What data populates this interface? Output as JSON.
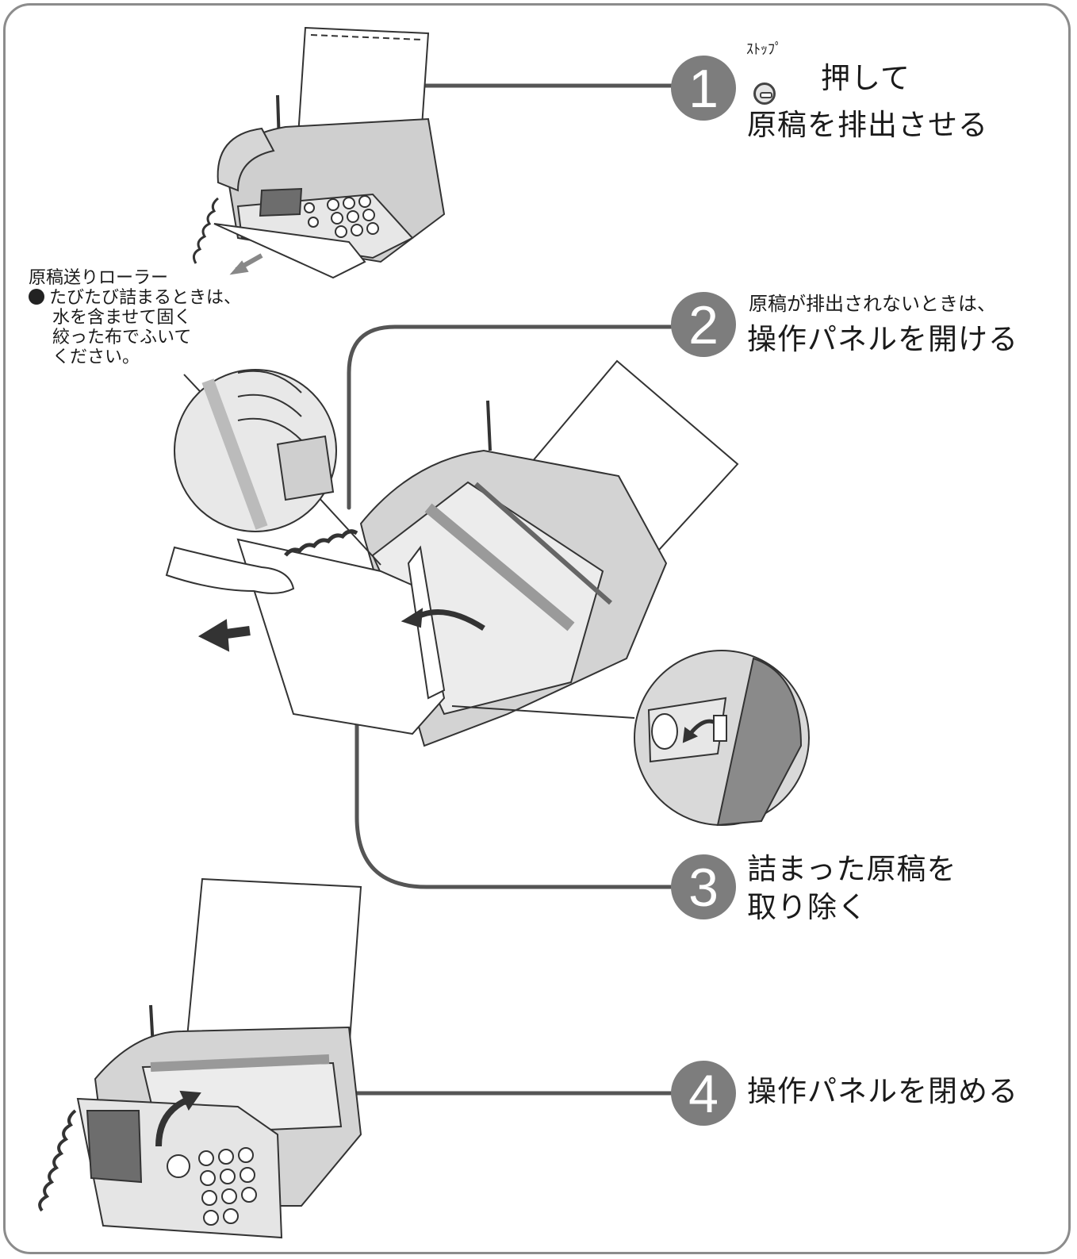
{
  "steps": [
    {
      "number": "1",
      "button_ruby": "ｽﾄｯﾌﾟ",
      "button_icon": "stop-button-icon",
      "line1": "押して",
      "line2": "原稿を排出させる"
    },
    {
      "number": "2",
      "note": "原稿が排出されないときは、",
      "line1": "操作パネルを開ける"
    },
    {
      "number": "3",
      "line1": "詰まった原稿を",
      "line2": "取り除く"
    },
    {
      "number": "4",
      "line1": "操作パネルを閉める"
    }
  ],
  "roller_note": {
    "title": "原稿送りローラー",
    "bullet_line1": "たびたび詰まるときは、",
    "bullet_line2": "水を含ませて固く",
    "bullet_line3": "絞った布でふいて",
    "bullet_line4": "ください。"
  },
  "colors": {
    "badge": "#7d7d7d",
    "frame": "#8c8c8c",
    "leader": "#555555",
    "device": "#d8d8d8"
  }
}
